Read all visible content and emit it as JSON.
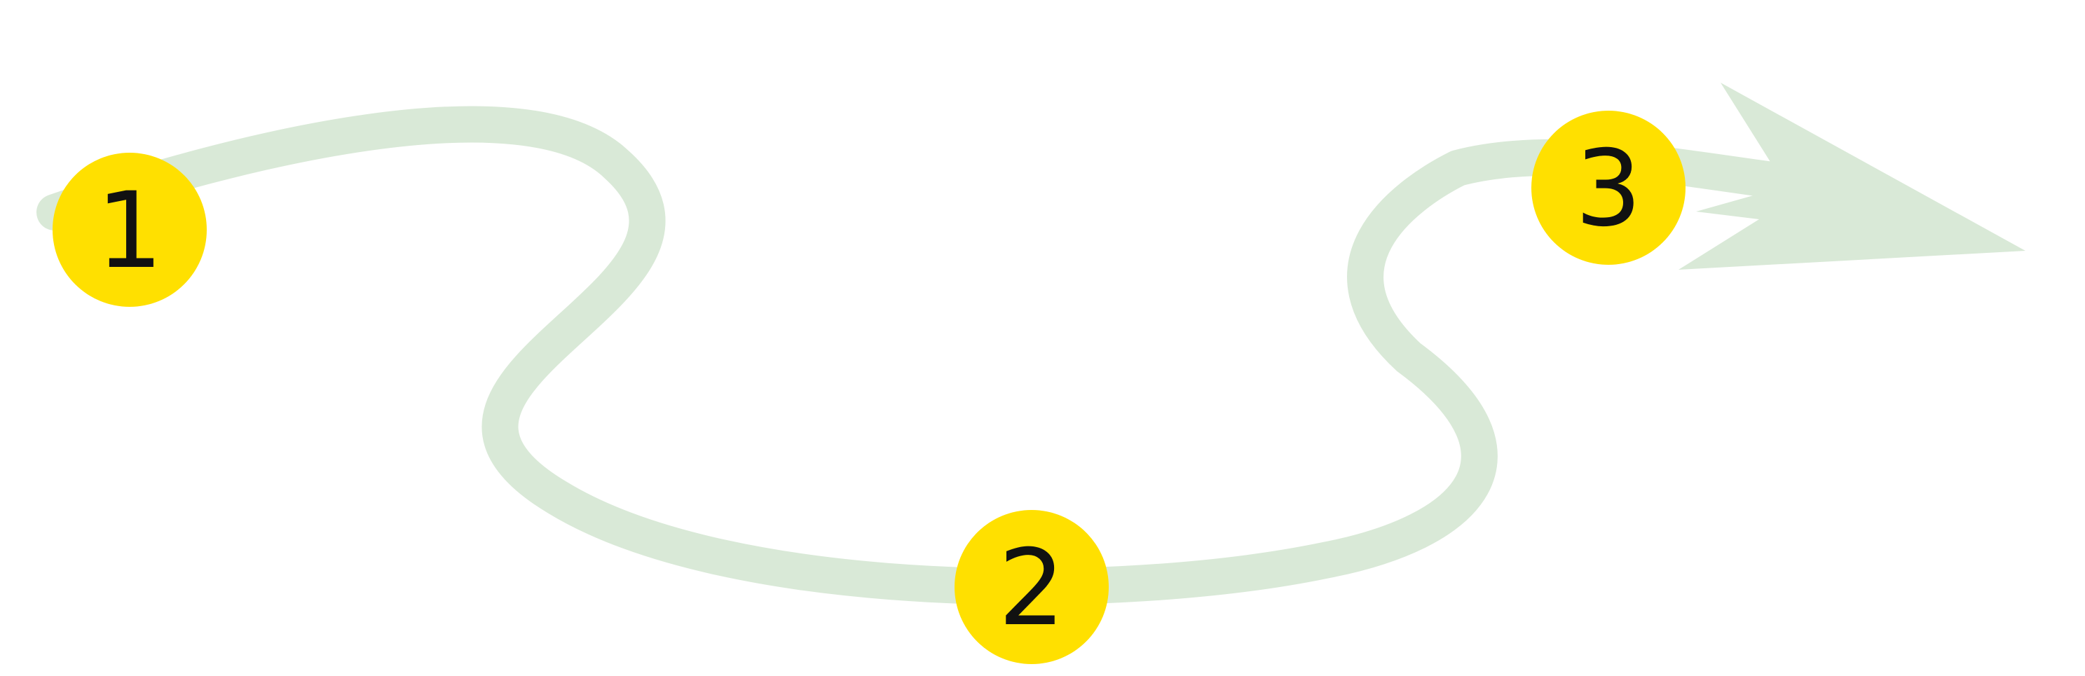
{
  "diagram": {
    "type": "numbered-path",
    "colors": {
      "path": "#d9e9d7",
      "marker": "#ffe000",
      "label": "#111111",
      "background": "#ffffff"
    },
    "steps": [
      {
        "label": "1"
      },
      {
        "label": "2"
      },
      {
        "label": "3"
      }
    ],
    "end_marker": "arrow-icon"
  }
}
